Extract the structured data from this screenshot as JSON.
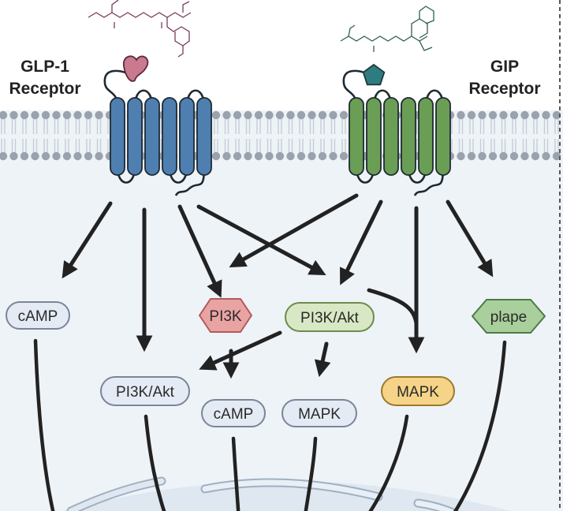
{
  "receptors": [
    {
      "id": "glp1",
      "label_line1": "GLP-1",
      "label_line2": "Receptor",
      "color": "#4e7fb0",
      "ligand_color": "#c97a8e",
      "ligand_shape": "heart-blob",
      "molecule_color": "#7a3b5f"
    },
    {
      "id": "gip",
      "label_line1": "GIP",
      "label_line2": "Receptor",
      "color": "#6a9e55",
      "ligand_color": "#2f7c80",
      "ligand_shape": "pentagon",
      "molecule_color": "#2f5f55"
    }
  ],
  "nodes": {
    "camp_left": {
      "label": "cAMP",
      "shape": "pill",
      "fill": "#e4ebf5",
      "stroke": "#7a8598"
    },
    "pi3k": {
      "label": "PI3K",
      "shape": "diamond",
      "fill": "#e9a3a3",
      "stroke": "#b25a5a"
    },
    "pi3k_akt_top": {
      "label": "PI3K/Akt",
      "shape": "pill",
      "fill": "#d9e8c4",
      "stroke": "#6e8a4d"
    },
    "plape": {
      "label": "plape",
      "shape": "hexagon",
      "fill": "#a9cf9c",
      "stroke": "#4d7b45"
    },
    "pi3k_akt_low": {
      "label": "PI3K/Akt",
      "shape": "pill",
      "fill": "#e4ebf5",
      "stroke": "#7a8598"
    },
    "camp_mid": {
      "label": "cAMP",
      "shape": "pill",
      "fill": "#e4ebf5",
      "stroke": "#7a8598"
    },
    "mapk_mid": {
      "label": "MAPK",
      "shape": "pill",
      "fill": "#e4ebf5",
      "stroke": "#7a8598"
    },
    "mapk_right": {
      "label": "MAPK",
      "shape": "pill",
      "fill": "#f5d488",
      "stroke": "#9a7a2c"
    }
  },
  "colors": {
    "background": "#eef3f8",
    "membrane_head": "#9aa3ad",
    "membrane_tail": "#c5ccd4",
    "arrow": "#222222",
    "nucleus_fill": "#dde6f0",
    "nucleus_stroke": "#9fb0c2",
    "divider": "#555555"
  }
}
